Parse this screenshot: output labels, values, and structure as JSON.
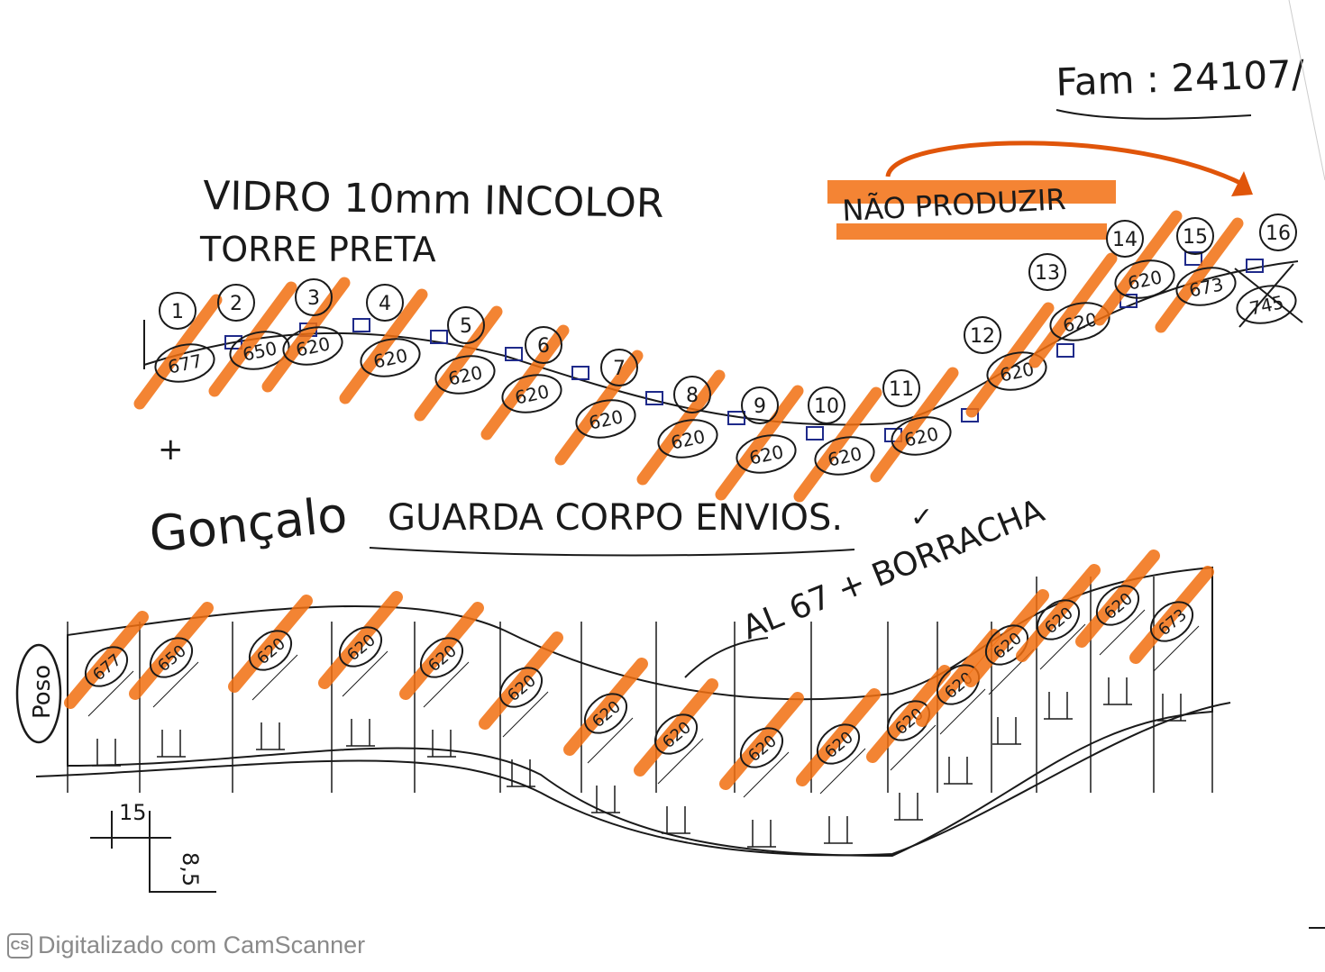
{
  "header": {
    "date_note": "Fam : 24107/",
    "title_line1": "VIDRO 10mm INCOLOR",
    "title_line2": "TORRE PRETA",
    "warning": "NÃO PRODUZIR",
    "plus": "+",
    "item_name": "Gonçalo",
    "subtitle": "GUARDA CORPO ENVIOS.",
    "check": "✓"
  },
  "plan": {
    "panels": [
      {
        "num": "1",
        "size": "677"
      },
      {
        "num": "2",
        "size": "650"
      },
      {
        "num": "3",
        "size": "620"
      },
      {
        "num": "4",
        "size": "620"
      },
      {
        "num": "5",
        "size": "620"
      },
      {
        "num": "6",
        "size": "620"
      },
      {
        "num": "7",
        "size": "620"
      },
      {
        "num": "8",
        "size": "620"
      },
      {
        "num": "9",
        "size": "620"
      },
      {
        "num": "10",
        "size": "620"
      },
      {
        "num": "11",
        "size": "620"
      },
      {
        "num": "12",
        "size": "620"
      },
      {
        "num": "13",
        "size": "620"
      },
      {
        "num": "14",
        "size": "620"
      },
      {
        "num": "15",
        "size": "673"
      },
      {
        "num": "16",
        "size": "745"
      }
    ]
  },
  "elevation": {
    "side_label": "Poso",
    "profile_note": "AL 67 + BORRACHA",
    "panel_sizes": [
      "677",
      "650",
      "620",
      "620",
      "620",
      "620",
      "620",
      "620",
      "620",
      "620",
      "620",
      "620",
      "620",
      "620",
      "620",
      "673"
    ],
    "dim_h": "15",
    "dim_v": "8,5"
  },
  "footer": {
    "logo": "CS",
    "text": "Digitalizado com CamScanner"
  },
  "colors": {
    "ink": "#1a1a1a",
    "highlighter": "#f26f10",
    "pen_blue": "#1f2a8a",
    "watermark": "#8a8a8a"
  }
}
